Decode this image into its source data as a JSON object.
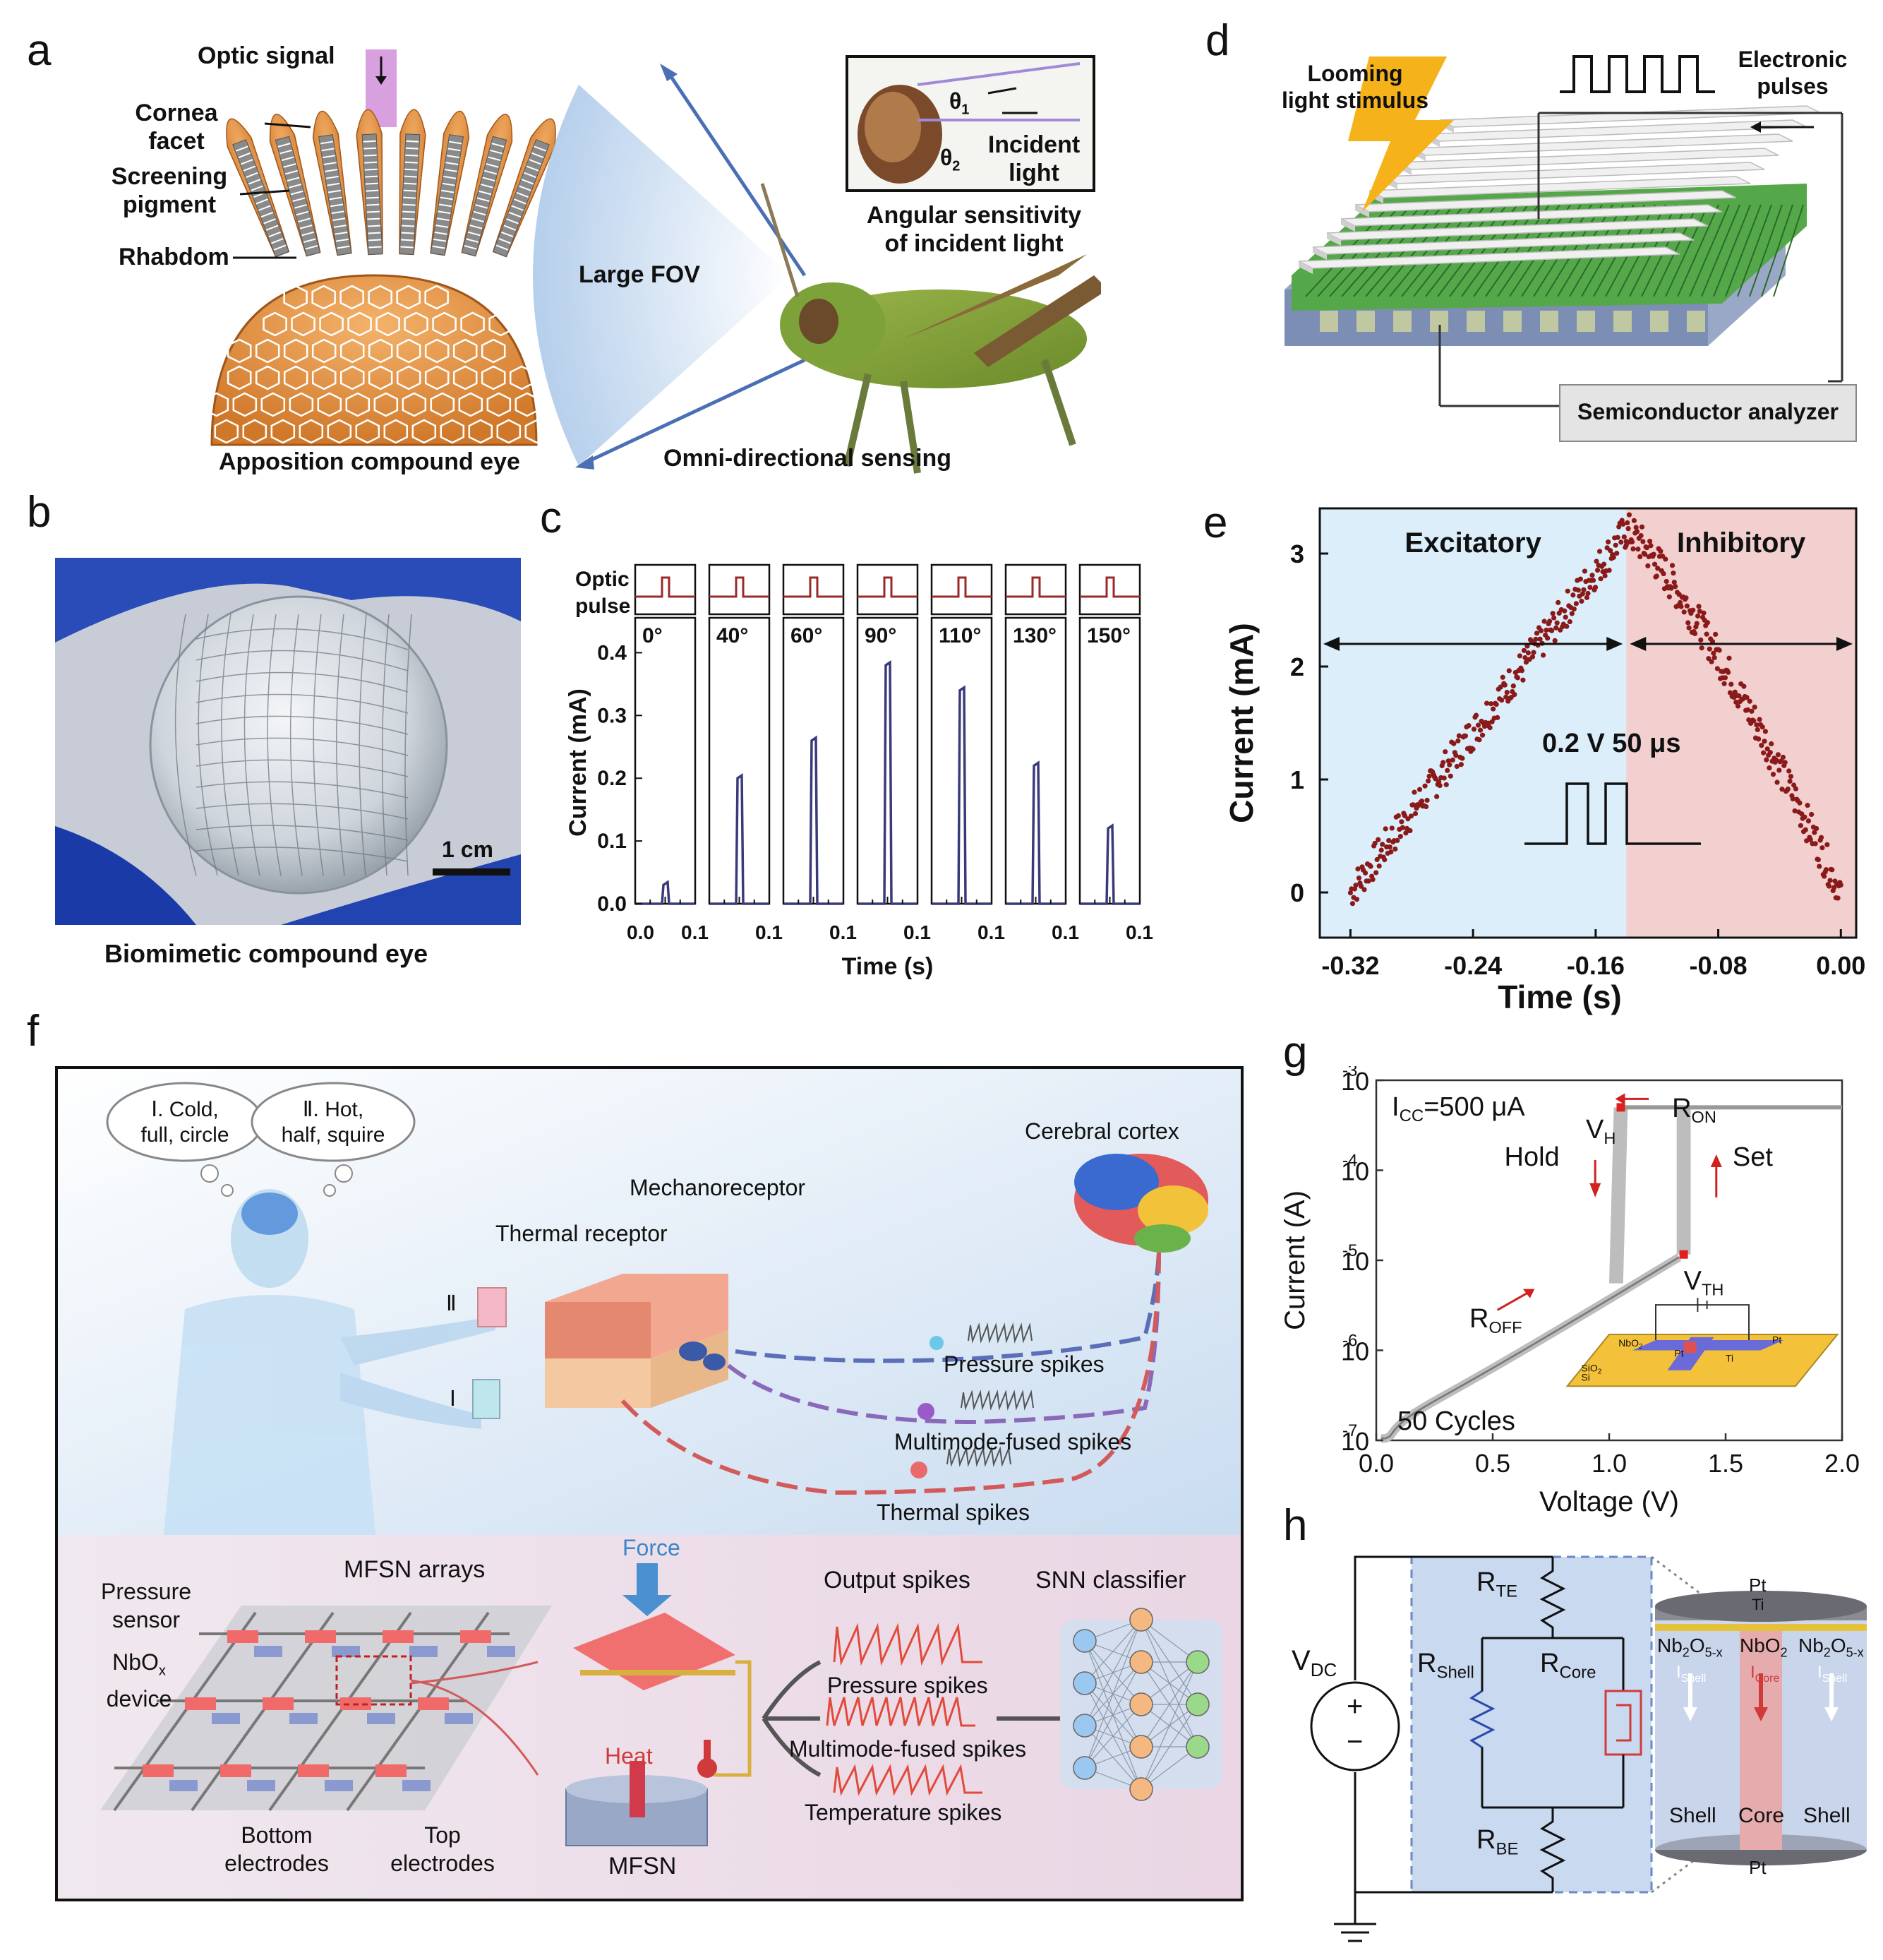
{
  "panels": {
    "a": "a",
    "b": "b",
    "c": "c",
    "d": "d",
    "e": "e",
    "f": "f",
    "g": "g",
    "h": "h"
  },
  "panel_a": {
    "optic_signal": "Optic signal",
    "cornea_facet": "Cornea\nfacet",
    "screening_pigment": "Screening\npigment",
    "rhabdom": "Rhabdom",
    "apposition": "Apposition compound eye",
    "large_fov": "Large FOV",
    "omni": "Omni-directional sensing",
    "angular": "Angular sensitivity\nof incident light",
    "incident": "Incident\nlight",
    "theta1": "θ",
    "theta1_sub": "1",
    "theta2": "θ",
    "theta2_sub": "2"
  },
  "panel_b": {
    "scale": "1 cm",
    "caption": "Biomimetic compound eye"
  },
  "panel_c": {
    "optic_pulse": "Optic\npulse",
    "ylabel": "Current (mA)",
    "xlabel": "Time (s)",
    "yticks": [
      "0.4",
      "0.3",
      "0.2",
      "0.1",
      "0.0"
    ],
    "xtick_a": "0.0",
    "xtick_b": "0.1"
  },
  "panel_d": {
    "looming": "Looming\nlight stimulus",
    "electronic": "Electronic\npulses",
    "analyzer": "Semiconductor analyzer"
  },
  "panel_e": {
    "excitatory": "Excitatory",
    "inhibitory": "Inhibitory",
    "pulse_label": "0.2 V  50 μs",
    "ylabel": "Current (mA)",
    "xlabel": "Time (s)"
  },
  "panel_f": {
    "thought1": "Ⅰ. Cold,\nfull, circle",
    "thought2": "Ⅱ. Hot,\nhalf, squire",
    "cortex": "Cerebral cortex",
    "mechano": "Mechanoreceptor",
    "thermal_receptor": "Thermal receptor",
    "roman2": "Ⅱ",
    "roman1": "Ⅰ",
    "pressure_spikes": "Pressure spikes",
    "multimode_spikes": "Multimode-fused spikes",
    "thermal_spikes": "Thermal spikes",
    "mfsn_arrays": "MFSN arrays",
    "pressure_sensor": "Pressure\nsensor",
    "nbox_device": "NbO",
    "nbox_sub": "x",
    "nbox_device2": "device",
    "bottom_electrodes": "Bottom\nelectrodes",
    "top_electrodes": "Top\nelectrodes",
    "force": "Force",
    "heat": "Heat",
    "mfsn": "MFSN",
    "output_spikes": "Output spikes",
    "snn": "SNN classifier",
    "out_pressure": "Pressure spikes",
    "out_multimode": "Multimode-fused spikes",
    "out_temperature": "Temperature spikes"
  },
  "panel_g": {
    "icc": "I",
    "icc_sub": "CC",
    "icc_val": "=500 μA",
    "vh": "V",
    "vh_sub": "H",
    "ron": "R",
    "ron_sub": "ON",
    "hold": "Hold",
    "set": "Set",
    "vth": "V",
    "vth_sub": "TH",
    "roff": "R",
    "roff_sub": "OFF",
    "cycles": "50 Cycles",
    "ylabel": "Current (A)",
    "xlabel": "Voltage (V)",
    "inset_nbo2": "NbO",
    "inset_nbo2_sub": "2",
    "inset_pt": "Pt",
    "inset_pt2": "Pt",
    "inset_ti": "Ti",
    "inset_sio2": "SiO",
    "inset_sio2_sub": "2",
    "inset_si": "Si"
  },
  "panel_h": {
    "vdc": "V",
    "vdc_sub": "DC",
    "rte": "R",
    "rte_sub": "TE",
    "rshell": "R",
    "rshell_sub": "Shell",
    "rcore": "R",
    "rcore_sub": "Core",
    "rbe": "R",
    "rbe_sub": "BE",
    "pt_top": "Pt",
    "ti": "Ti",
    "pt_bottom": "Pt",
    "nb2o5_left": "Nb",
    "nbo2": "NbO",
    "nb2o5_right": "Nb",
    "ishell": "I",
    "ishell_sub": "Shell",
    "icore": "I",
    "icore_sub": "Core",
    "shell_l": "Shell",
    "core": "Core",
    "shell_r": "Shell",
    "plus": "+",
    "minus": "−"
  },
  "chart_data": [
    {
      "panel": "c",
      "type": "line",
      "categories": [
        "0°",
        "40°",
        "60°",
        "90°",
        "110°",
        "130°",
        "150°"
      ],
      "values": [
        0.03,
        0.2,
        0.26,
        0.38,
        0.34,
        0.22,
        0.12
      ],
      "xlabel": "Time (s)",
      "ylabel": "Current (mA)",
      "ylim": [
        0,
        0.45
      ],
      "xlim": [
        0,
        0.1
      ]
    },
    {
      "panel": "e",
      "type": "scatter",
      "xlabel": "Time (s)",
      "ylabel": "Current (mA)",
      "xlim": [
        -0.34,
        0.01
      ],
      "ylim": [
        -0.4,
        3.4
      ],
      "xticks": [
        "-0.32",
        "-0.24",
        "-0.16",
        "-0.08",
        "0.00"
      ],
      "yticks": [
        "3",
        "2",
        "1",
        "0"
      ],
      "peak": {
        "x": -0.14,
        "y": 3.2
      },
      "start": {
        "x": -0.32,
        "y": 0.0
      },
      "end": {
        "x": 0.0,
        "y": 0.0
      }
    },
    {
      "panel": "g",
      "type": "line",
      "xlabel": "Voltage (V)",
      "ylabel": "Current (A)",
      "xlim": [
        0,
        2.0
      ],
      "ylim_log10": [
        -7,
        -3
      ],
      "xticks": [
        "0.0",
        "0.5",
        "1.0",
        "1.5",
        "2.0"
      ],
      "yticks": [
        "10",
        "10",
        "10",
        "10",
        "10"
      ],
      "ytick_exps": [
        "-3",
        "-4",
        "-5",
        "-6",
        "-7"
      ],
      "compliance_A": 0.0005,
      "v_hold": 1.02,
      "v_th": 1.32
    }
  ]
}
